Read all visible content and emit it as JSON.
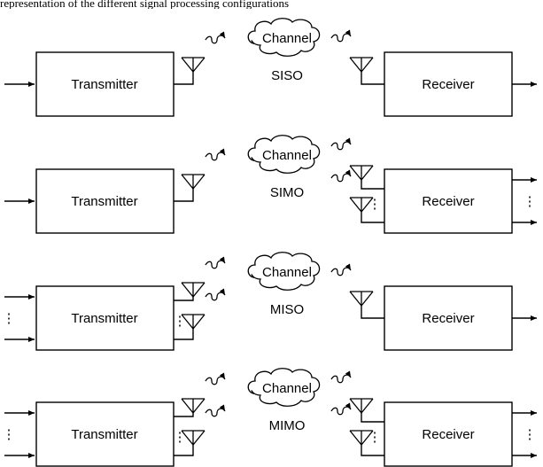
{
  "header_fragment": "representation of the different signal processing configurations",
  "labels": {
    "transmitter": "Transmitter",
    "receiver": "Receiver",
    "channel": "Channel"
  },
  "panels": [
    {
      "mode": "SISO",
      "tx_inputs": 1,
      "tx_antennas": 1,
      "rx_antennas": 1,
      "rx_outputs": 1
    },
    {
      "mode": "SIMO",
      "tx_inputs": 1,
      "tx_antennas": 1,
      "rx_antennas": 2,
      "rx_outputs": 2
    },
    {
      "mode": "MISO",
      "tx_inputs": 2,
      "tx_antennas": 2,
      "rx_antennas": 1,
      "rx_outputs": 1
    },
    {
      "mode": "MIMO",
      "tx_inputs": 2,
      "tx_antennas": 2,
      "rx_antennas": 2,
      "rx_outputs": 2
    }
  ]
}
